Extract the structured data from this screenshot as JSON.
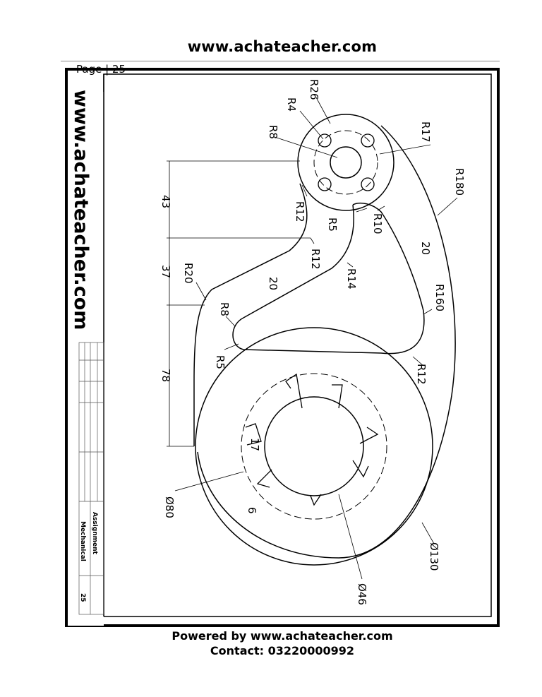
{
  "header": {
    "site": "www.achateacher.com",
    "page_label": "Page | 25"
  },
  "sidebar": {
    "vertical_url": "www.achateacher.com"
  },
  "title_block": {
    "title": "Assignment",
    "subject": "Mechanical",
    "number": "25"
  },
  "dimensions": {
    "r26": "R26",
    "r4": "R4",
    "r8_top": "R8",
    "r17": "R17",
    "r180": "R180",
    "r12_a": "R12",
    "r5_a": "R5",
    "r10": "R10",
    "r12_b": "R12",
    "r14": "R14",
    "d20_a": "20",
    "d20_b": "20",
    "r160": "R160",
    "r20": "R20",
    "r8_b": "R8",
    "r5_b": "R5",
    "r12_c": "R12",
    "d43": "43",
    "d37": "37",
    "d78": "78",
    "d17": "17",
    "d6": "6",
    "dia80": "Ø80",
    "dia130": "Ø130",
    "dia46": "Ø46"
  },
  "footer": {
    "powered": "Powered by www.achateacher.com",
    "contact": "Contact:  03220000992"
  }
}
